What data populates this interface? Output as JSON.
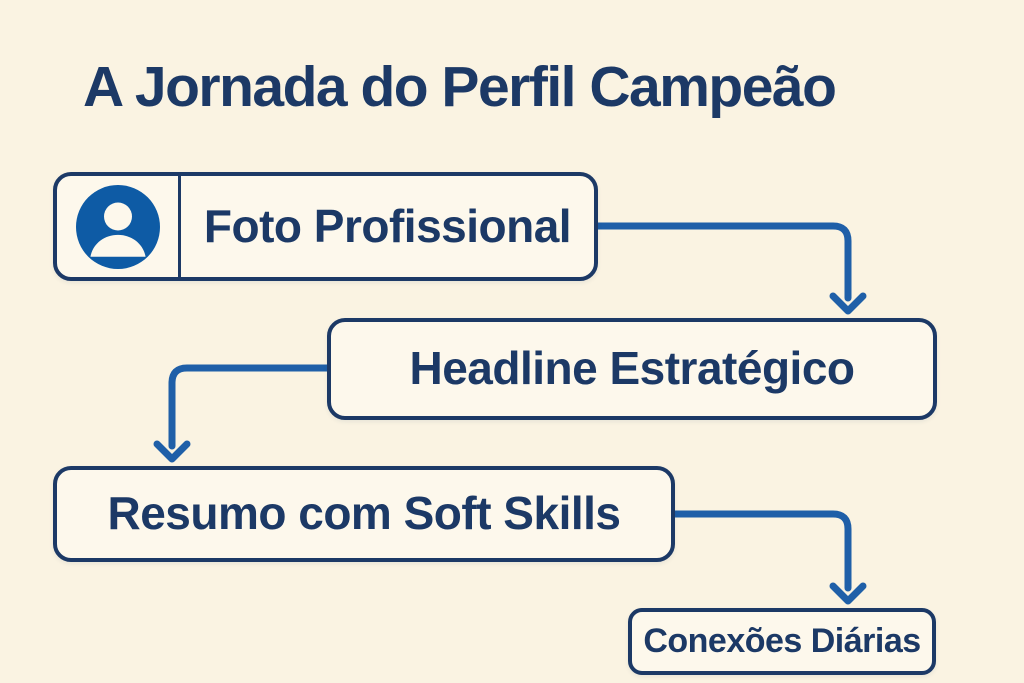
{
  "title": "A Jornada do Perfil Campeão",
  "flow": {
    "nodes": [
      {
        "id": "foto",
        "label": "Foto Profissional",
        "icon": "person-icon"
      },
      {
        "id": "headline",
        "label": "Headline Estratégico"
      },
      {
        "id": "resumo",
        "label": "Resumo com Soft Skills"
      },
      {
        "id": "conexoes",
        "label": "Conexões Diárias"
      }
    ],
    "connections": [
      {
        "from": "foto",
        "to": "headline"
      },
      {
        "from": "headline",
        "to": "resumo"
      },
      {
        "from": "resumo",
        "to": "conexoes"
      }
    ]
  },
  "colors": {
    "background": "#faf3e2",
    "node_fill": "#fdf8ec",
    "outline_navy": "#1c3966",
    "arrow_blue": "#1f5fa8",
    "icon_blue": "#0e5ba5"
  }
}
